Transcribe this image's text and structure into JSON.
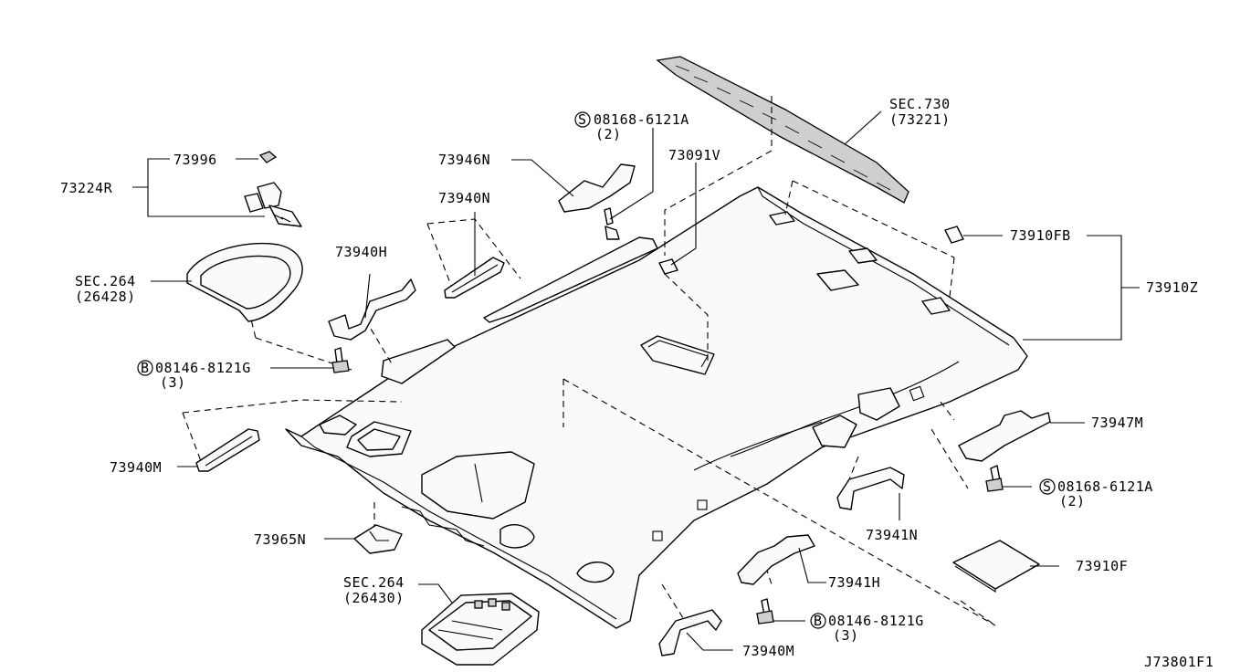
{
  "diagram_id": "J73801F1",
  "callouts": {
    "p73996": "73996",
    "p73224R": "73224R",
    "sec264a": "SEC.264",
    "sec264a_sub": "(26428)",
    "p73940H": "73940H",
    "bolt_b1": "08146-8121G",
    "bolt_b1_qty": "(3)",
    "p73940M_left": "73940M",
    "p73965N": "73965N",
    "sec264b": "SEC.264",
    "sec264b_sub": "(26430)",
    "p73946N": "73946N",
    "p73940N": "73940N",
    "screw_s1": "08168-6121A",
    "screw_s1_qty": "(2)",
    "p73091V": "73091V",
    "sec730": "SEC.730",
    "sec730_sub": "(73221)",
    "p73910FB": "73910FB",
    "p73910Z": "73910Z",
    "p73947M": "73947M",
    "screw_s2": "08168-6121A",
    "screw_s2_qty": "(2)",
    "p73941N": "73941N",
    "p73941H": "73941H",
    "bolt_b2": "08146-8121G",
    "bolt_b2_qty": "(3)",
    "p73910F": "73910F",
    "p73940M_bottom": "73940M"
  },
  "symbols": {
    "bolt_prefix": "B",
    "screw_prefix": "S"
  }
}
